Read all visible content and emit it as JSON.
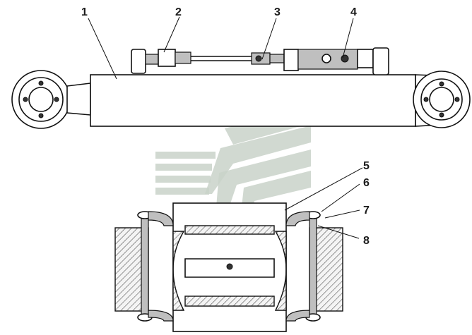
{
  "callouts": [
    {
      "id": "1",
      "label": "1"
    },
    {
      "id": "2",
      "label": "2"
    },
    {
      "id": "3",
      "label": "3"
    },
    {
      "id": "4",
      "label": "4"
    },
    {
      "id": "5",
      "label": "5"
    },
    {
      "id": "6",
      "label": "6"
    },
    {
      "id": "7",
      "label": "7"
    },
    {
      "id": "8",
      "label": "8"
    }
  ],
  "colors": {
    "line": "#111111",
    "hatch": "#555555",
    "watermark": "#c9d2c9",
    "background": "#ffffff"
  }
}
